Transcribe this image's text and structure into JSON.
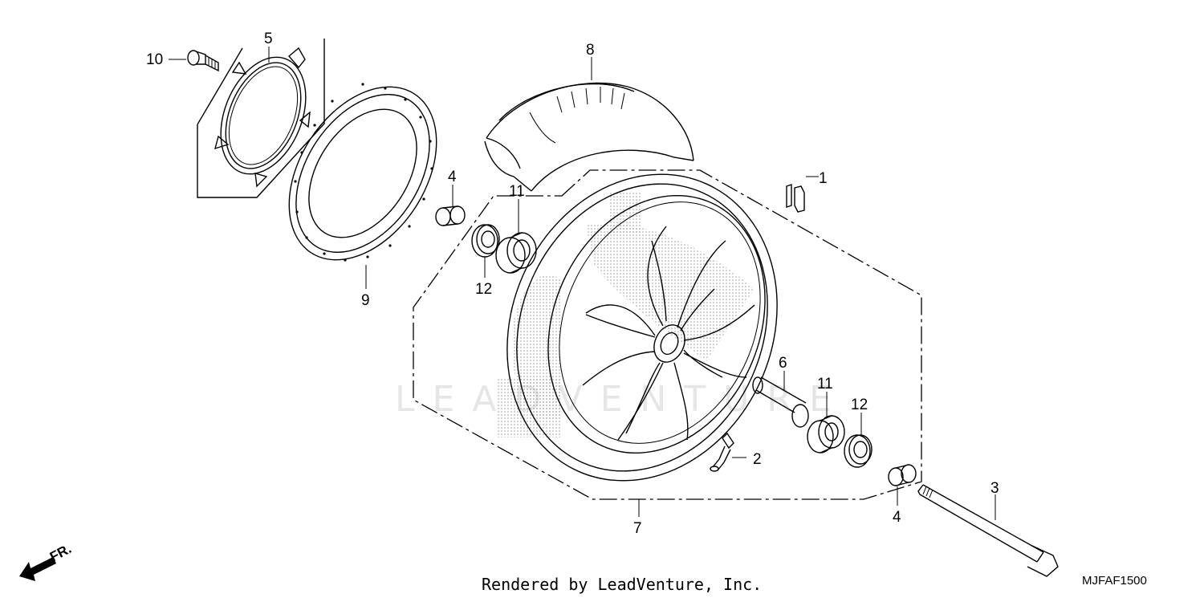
{
  "diagram": {
    "callouts": {
      "p1": "1",
      "p2": "2",
      "p3": "3",
      "p4a": "4",
      "p4b": "4",
      "p5": "5",
      "p6": "6",
      "p7": "7",
      "p8": "8",
      "p9": "9",
      "p10": "10",
      "p11a": "11",
      "p11b": "11",
      "p12a": "12",
      "p12b": "12"
    },
    "front_indicator": "FR.",
    "watermark": "LEADVENTURE",
    "credit": "Rendered by LeadVenture, Inc.",
    "code": "MJFAF1500"
  }
}
